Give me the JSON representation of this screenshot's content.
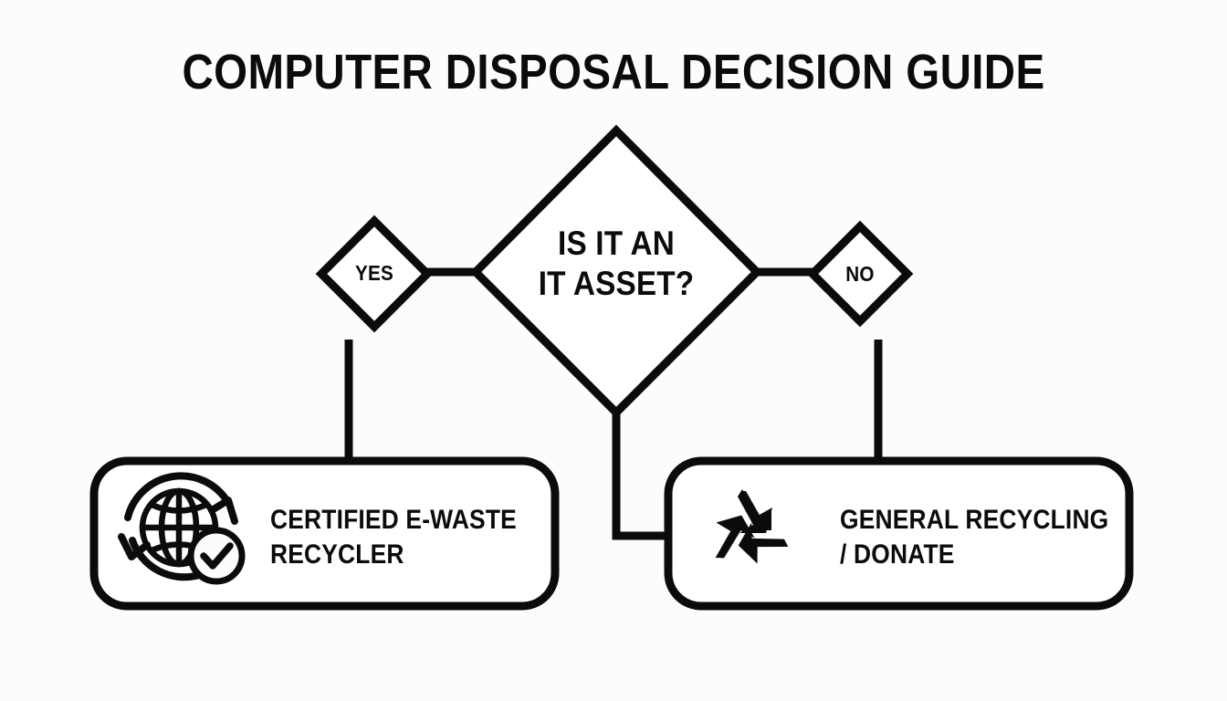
{
  "title": "COMPUTER DISPOSAL DECISION GUIDE",
  "colors": {
    "background": "#fcfcfd",
    "stroke": "#0b0b0c",
    "text": "#0b0b0c",
    "node_fill": "#ffffff"
  },
  "decision": {
    "label": "IS IT AN\nIT ASSET?",
    "line1": "IS IT AN",
    "line2": "IT ASSET?",
    "shape": "diamond"
  },
  "branches": [
    {
      "label": "YES",
      "shape": "diamond",
      "side": "left"
    },
    {
      "label": "NO",
      "shape": "diamond",
      "side": "right"
    }
  ],
  "outcomes": [
    {
      "label": "CERTIFIED E-WASTE\nRECYCLER",
      "line1": "CERTIFIED E-WASTE",
      "line2": "RECYCLER",
      "icon": "globe-recycle-check-icon",
      "shape": "rounded-rectangle",
      "branch": "YES"
    },
    {
      "label": "GENERAL RECYCLING\n/ DONATE",
      "line1": "GENERAL RECYCLING",
      "line2": "/ DONATE",
      "icon": "recycling-symbol-icon",
      "shape": "rounded-rectangle",
      "branch": "NO"
    }
  ],
  "connectors": [
    {
      "from": "yes-diamond",
      "to": "decision-diamond",
      "type": "horizontal"
    },
    {
      "from": "decision-diamond",
      "to": "no-diamond",
      "type": "horizontal"
    },
    {
      "from": "yes-diamond",
      "to": "certified-ewaste-recycler-box",
      "type": "vertical"
    },
    {
      "from": "no-diamond",
      "to": "general-recycling-donate-box",
      "type": "vertical"
    },
    {
      "from": "decision-diamond",
      "to": "general-recycling-donate-box",
      "type": "elbow"
    }
  ]
}
